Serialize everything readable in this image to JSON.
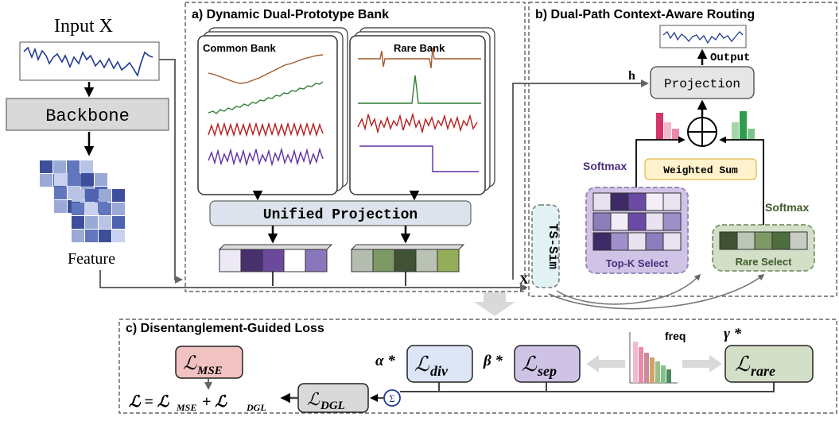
{
  "input": {
    "title": "Input X"
  },
  "backbone": {
    "label": "Backbone"
  },
  "feature": {
    "label": "Feature"
  },
  "panel_a": {
    "title": "a) Dynamic Dual-Prototype Bank",
    "common_bank": "Common Bank",
    "rare_bank": "Rare Bank",
    "unified_projection": "Unified Projection"
  },
  "panel_b": {
    "title": "b) Dual-Path Context-Aware Routing",
    "output": "Output",
    "projection": "Projection",
    "h_label": "h",
    "x_label": "X",
    "weighted_sum": "Weighted Sum",
    "softmax_left": "Softmax",
    "softmax_right": "Softmax",
    "ts_sim": "TS-Sim",
    "topk": "Top-K Select",
    "rare_select": "Rare Select"
  },
  "panel_c": {
    "title": "c) Disentanglement-Guided Loss",
    "mse_sub": "MSE",
    "dgl_sub": "DGL",
    "div_sub": "div",
    "sep_sub": "sep",
    "rare_sub": "rare",
    "alpha": "α *",
    "beta": "β *",
    "gamma": "γ *",
    "freq": "freq",
    "sigma": "Σ",
    "formula_lhs": "ℒ = ℒ",
    "formula_mse": "MSE",
    "formula_plus": " + ℒ",
    "formula_dgl": "DGL"
  },
  "colors": {
    "common_cells": [
      "#ece8f4",
      "#48306e",
      "#6b4a9c",
      "#ffffff",
      "#8a76bd"
    ],
    "rare_cells": [
      "#b4bdb0",
      "#7d9a66",
      "#3f5234",
      "#b9c2b3",
      "#94ad58"
    ],
    "topk_cells": [
      [
        "#e7e2f0",
        "#3d2a66",
        "#6b4aa6",
        "#f3eff8",
        "#e9e4f2"
      ],
      [
        "#8d7dbd",
        "#f1edf7",
        "#6b4aa6",
        "#e8e3f1",
        "#9f8fcb"
      ],
      [
        "#3d2a66",
        "#9f8fcb",
        "#e8e3f1",
        "#8d7dbd",
        "#e8e3f1"
      ]
    ],
    "rare_select_cells": [
      "#3f5234",
      "#bcc6b4",
      "#7d9a66",
      "#4f6e3f",
      "#c7cdc3"
    ],
    "lmse": "#f1c2c2",
    "ldgl": "#d9d9d9",
    "ldiv": "#dce6f7",
    "lsep": "#cec3e4",
    "lrare": "#d3dfc6",
    "weighted_sum": "#fff2cc"
  },
  "icons": [
    "down-arrow-icon",
    "sum-circle-icon",
    "double-arrow-icon"
  ]
}
